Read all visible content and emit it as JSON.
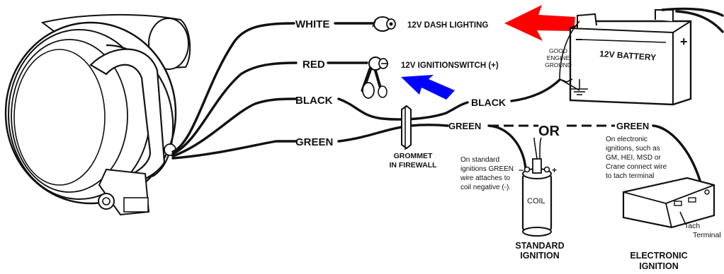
{
  "wires": {
    "white": "WHITE",
    "red": "RED",
    "black_gauge": "BLACK",
    "green_gauge": "GREEN",
    "black_battery": "BLACK",
    "green_coil": "GREEN",
    "green_electronic": "GREEN",
    "or": "OR"
  },
  "connections": {
    "dash_lighting": "12V DASH LIGHTING",
    "ignition_switch": "12V IGNITIONSWITCH (+)"
  },
  "battery": {
    "label": "12V BATTERY",
    "minus": "−",
    "plus": "+"
  },
  "ground": [
    "GOOD",
    "ENGINE",
    "GROUND"
  ],
  "grommet": [
    "GROMMET",
    "IN FIREWALL"
  ],
  "standard_note": [
    "On standard",
    "ignitions GREEN",
    "wire attaches to",
    "coil negative (-)."
  ],
  "electronic_note": [
    "On electronic",
    "ignitions, such as",
    "GM, HEI, MSD or",
    "Crane connect wire",
    "to tach terminal"
  ],
  "coil": {
    "label": "COIL",
    "minus": "−",
    "plus": "+"
  },
  "tach_terminal": [
    "Tach",
    "Terminal"
  ],
  "standard_ignition": [
    "STANDARD",
    "IGNITION"
  ],
  "electronic_ignition": [
    "ELECTRONIC",
    "IGNITION"
  ],
  "arrow_colors": {
    "red_arrow": "#ff0000",
    "blue_arrow": "#0000ff"
  }
}
